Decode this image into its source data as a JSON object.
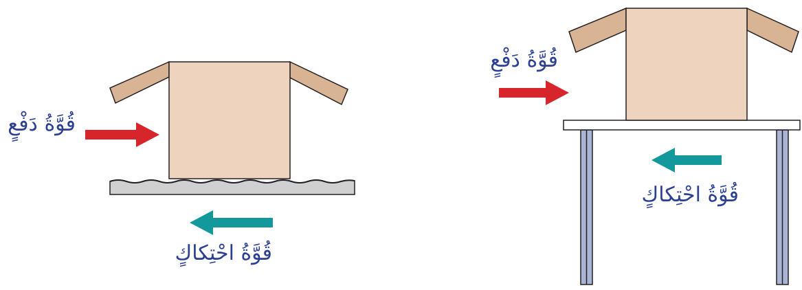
{
  "colors": {
    "push_arrow": "#d7262b",
    "friction_arrow": "#13999b",
    "label_text": "#2b3f93",
    "box_fill": "#eed4bf",
    "flap_fill": "#d8b494",
    "outline": "#231f20",
    "surface_fill": "#cfd0d2",
    "table_leg_fill": "#aab5d6"
  },
  "left_scene": {
    "push_label": "قُوَّةُ دَفْعٍ",
    "friction_label": "قُوَّةُ احْتِكاكٍ"
  },
  "right_scene": {
    "push_label": "قُوَّةُ دَفْعٍ",
    "friction_label": "قُوَّةُ احْتِكاكٍ"
  }
}
